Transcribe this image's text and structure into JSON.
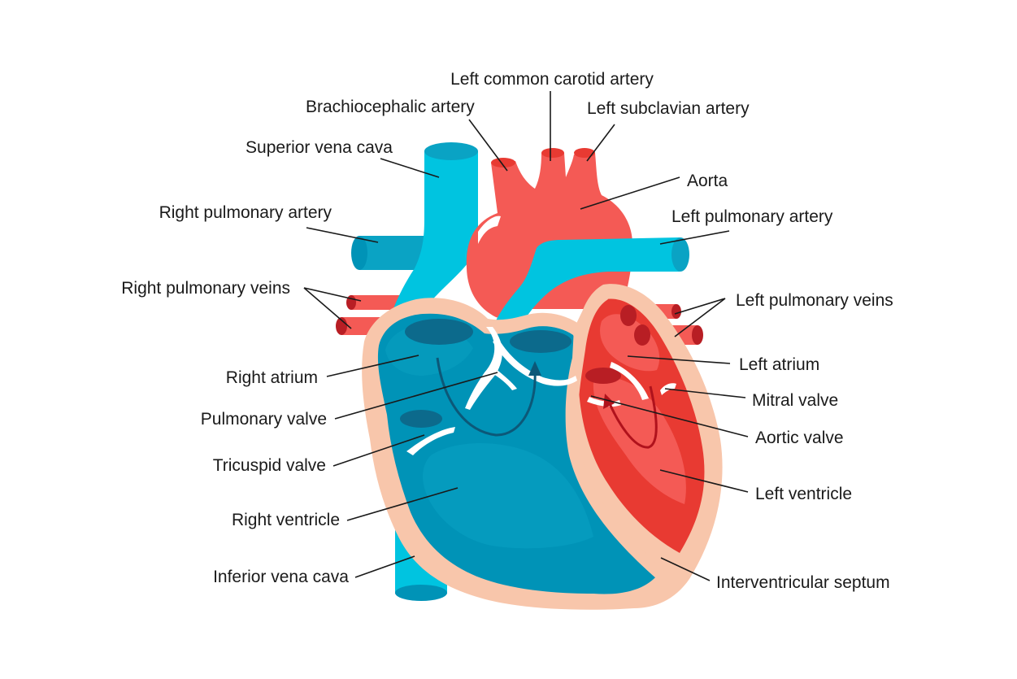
{
  "colors": {
    "deoxygenated_light": "#00c4e0",
    "deoxygenated_dark": "#0093b7",
    "deoxygenated_mid": "#0aa3c4",
    "oxygenated_light": "#f45a55",
    "oxygenated_dark": "#e83a32",
    "vessel_inner_dark": "#b81e24",
    "wall": "#f8c6ab",
    "flow_arrow_blue": "#0c5878",
    "flow_arrow_red": "#b0121c",
    "text": "#1a1a1a"
  },
  "labels": {
    "left_common_carotid_artery": "Left common carotid artery",
    "brachiocephalic_artery": "Brachiocephalic artery",
    "left_subclavian_artery": "Left subclavian artery",
    "superior_vena_cava": "Superior vena cava",
    "aorta": "Aorta",
    "right_pulmonary_artery": "Right pulmonary artery",
    "left_pulmonary_artery": "Left pulmonary artery",
    "right_pulmonary_veins": "Right pulmonary veins",
    "left_pulmonary_veins": "Left pulmonary veins",
    "right_atrium": "Right atrium",
    "left_atrium": "Left atrium",
    "mitral_valve": "Mitral valve",
    "pulmonary_valve": "Pulmonary valve",
    "aortic_valve": "Aortic valve",
    "tricuspid_valve": "Tricuspid valve",
    "left_ventricle": "Left ventricle",
    "right_ventricle": "Right ventricle",
    "inferior_vena_cava": "Inferior vena cava",
    "interventricular_septum": "Interventricular septum"
  }
}
